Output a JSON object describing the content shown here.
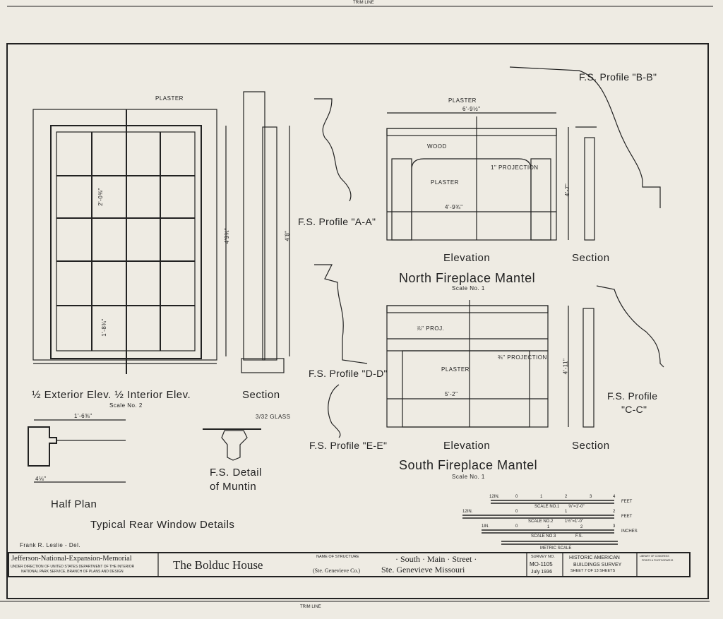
{
  "trim_line_top": "TRIM LINE",
  "trim_line_bottom": "TRIM LINE",
  "window": {
    "plaster": "PLASTER",
    "elev_title": "½ Exterior Elev. ½ Interior Elev.",
    "elev_scale": "Scale No. 2",
    "section_title": "Section",
    "half_plan": "Half Plan",
    "muntin_title_1": "F.S. Detail",
    "muntin_title_2": "of Muntin",
    "glass_note": "3/32 GLASS",
    "group_title": "Typical Rear Window Details",
    "dims": [
      "4'9¾\"",
      "4'8\"",
      "2'-0⅝\"",
      "1'-8¾\"",
      "1'-6⅜\"",
      "4⅛\""
    ]
  },
  "profiles": {
    "aa": "F.S. Profile \"A-A\"",
    "bb": "F.S. Profile \"B-B\"",
    "dd": "F.S. Profile \"D-D\"",
    "ee": "F.S. Profile \"E-E\"",
    "cc_1": "F.S. Profile",
    "cc_2": "\"C-C\""
  },
  "north_mantel": {
    "plaster_top": "PLASTER",
    "width": "6'-9½\"",
    "wood": "WOOD",
    "projection": "1\" PROJECTION",
    "plaster": "PLASTER",
    "opening": "4'-9¾\"",
    "height": "4'-7\"",
    "elevation": "Elevation",
    "section": "Section",
    "title": "North Fireplace Mantel",
    "scale": "Scale No. 1"
  },
  "south_mantel": {
    "proj": "⅞\" PROJ.",
    "projection": "¾\" PROJECTION",
    "plaster": "PLASTER",
    "opening": "5'-2\"",
    "height": "4'-11\"",
    "elevation": "Elevation",
    "section": "Section",
    "title": "South Fireplace Mantel",
    "scale": "Scale No. 1"
  },
  "scales": [
    {
      "left": "12IN.",
      "ticks": [
        "0",
        "1",
        "2",
        "3",
        "4"
      ],
      "name": "SCALE NO.1",
      "ratio": "⅝\"=1'-0\"",
      "unit": "FEET"
    },
    {
      "left": "12IN.",
      "ticks": [
        "0",
        "1",
        "2"
      ],
      "name": "SCALE NO.2",
      "ratio": "1½\"=1'-0\"",
      "unit": "FEET"
    },
    {
      "left": "1IN.",
      "ticks": [
        "0",
        "1",
        "2",
        "3"
      ],
      "name": "SCALE NO.3",
      "ratio": "F.S.",
      "unit": "INCHES"
    }
  ],
  "metric_scale": "METRIC SCALE",
  "delineator": "Frank R. Leslie - Del.",
  "title_block": {
    "memorial": "Jefferson-National-Expansion-Memorial",
    "direction_1": "UNDER DIRECTION OF UNITED STATES DEPARTMENT OF THE INTERIOR",
    "direction_2": "NATIONAL PARK SERVICE, BRANCH OF PLANS AND DESIGN",
    "house": "The Bolduc House",
    "name_label": "NAME OF STRUCTURE",
    "county": "(Ste. Genevieve Co.)",
    "street": "· South · Main · Street ·",
    "city": "Ste. Genevieve Missouri",
    "survey_label": "SURVEY NO.",
    "survey_no": "MO-1105",
    "date": "July 1936",
    "habs_1": "HISTORIC AMERICAN",
    "habs_2": "BUILDINGS SURVEY",
    "sheet": "SHEET 7 OF 13 SHEETS",
    "library_1": "LIBRARY OF CONGRESS",
    "library_2": "PRINTS & PHOTOGRAPHS"
  }
}
